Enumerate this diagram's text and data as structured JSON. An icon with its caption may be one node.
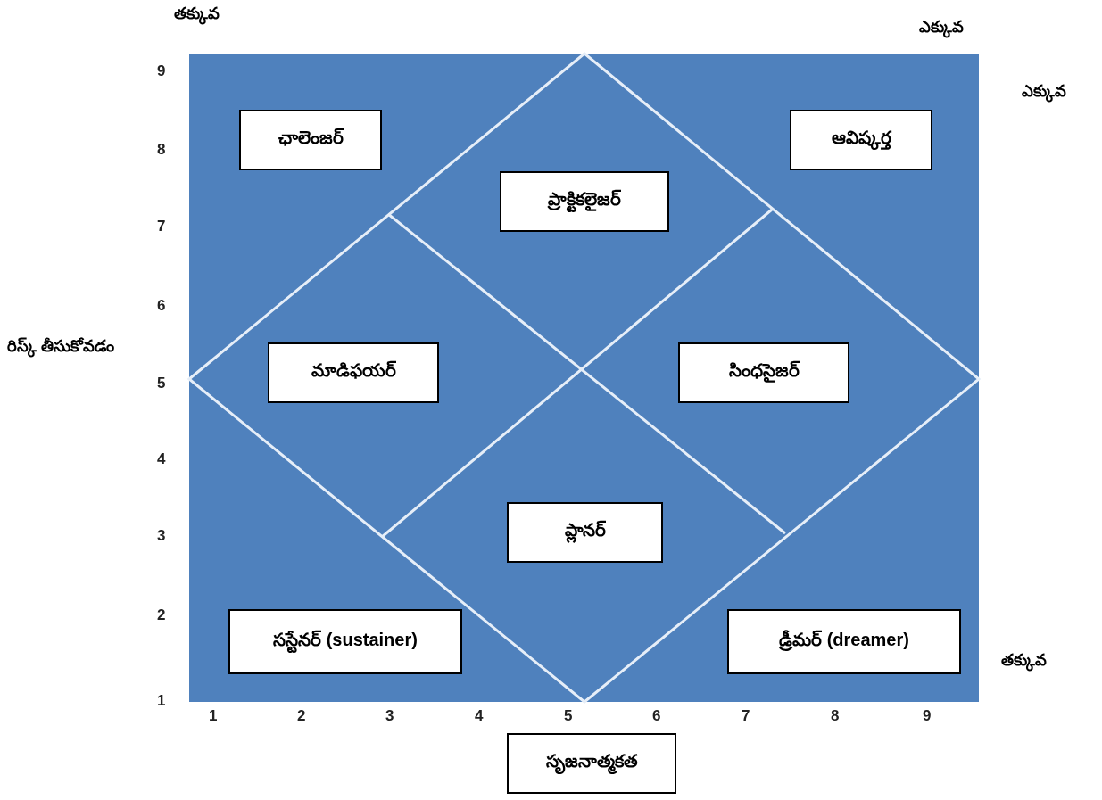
{
  "diagram": {
    "nodes": [
      {
        "text": [
          "ఛాలెంజర్"
        ]
      },
      {
        "text": [
          "ఆవిష్కర్త"
        ]
      },
      {
        "text": [
          "ప్రాక్టికలైజర్"
        ]
      },
      {
        "text": [
          "మాడిఫయర్"
        ]
      },
      {
        "text": [
          "సింధసైజర్"
        ]
      },
      {
        "text": [
          "ప్లానర్"
        ]
      },
      {
        "text": [
          "సస్టేనర్ (sustainer)"
        ]
      },
      {
        "text": [
          "డ్రీమర్ (dreamer)"
        ]
      },
      {
        "text": [
          "సృజనాత్మకత"
        ]
      }
    ],
    "edges": [],
    "labels": [
      "తక్కువ",
      "ఎక్కువ",
      "9",
      "ఎక్కువ",
      "8",
      "7",
      "6",
      "రిస్క్ తీసుకోవడం",
      "5",
      "4",
      "3",
      "2",
      "తక్కువ",
      "1",
      "1",
      "2",
      "3",
      "4",
      "5",
      "6",
      "7",
      "8",
      "9"
    ]
  }
}
